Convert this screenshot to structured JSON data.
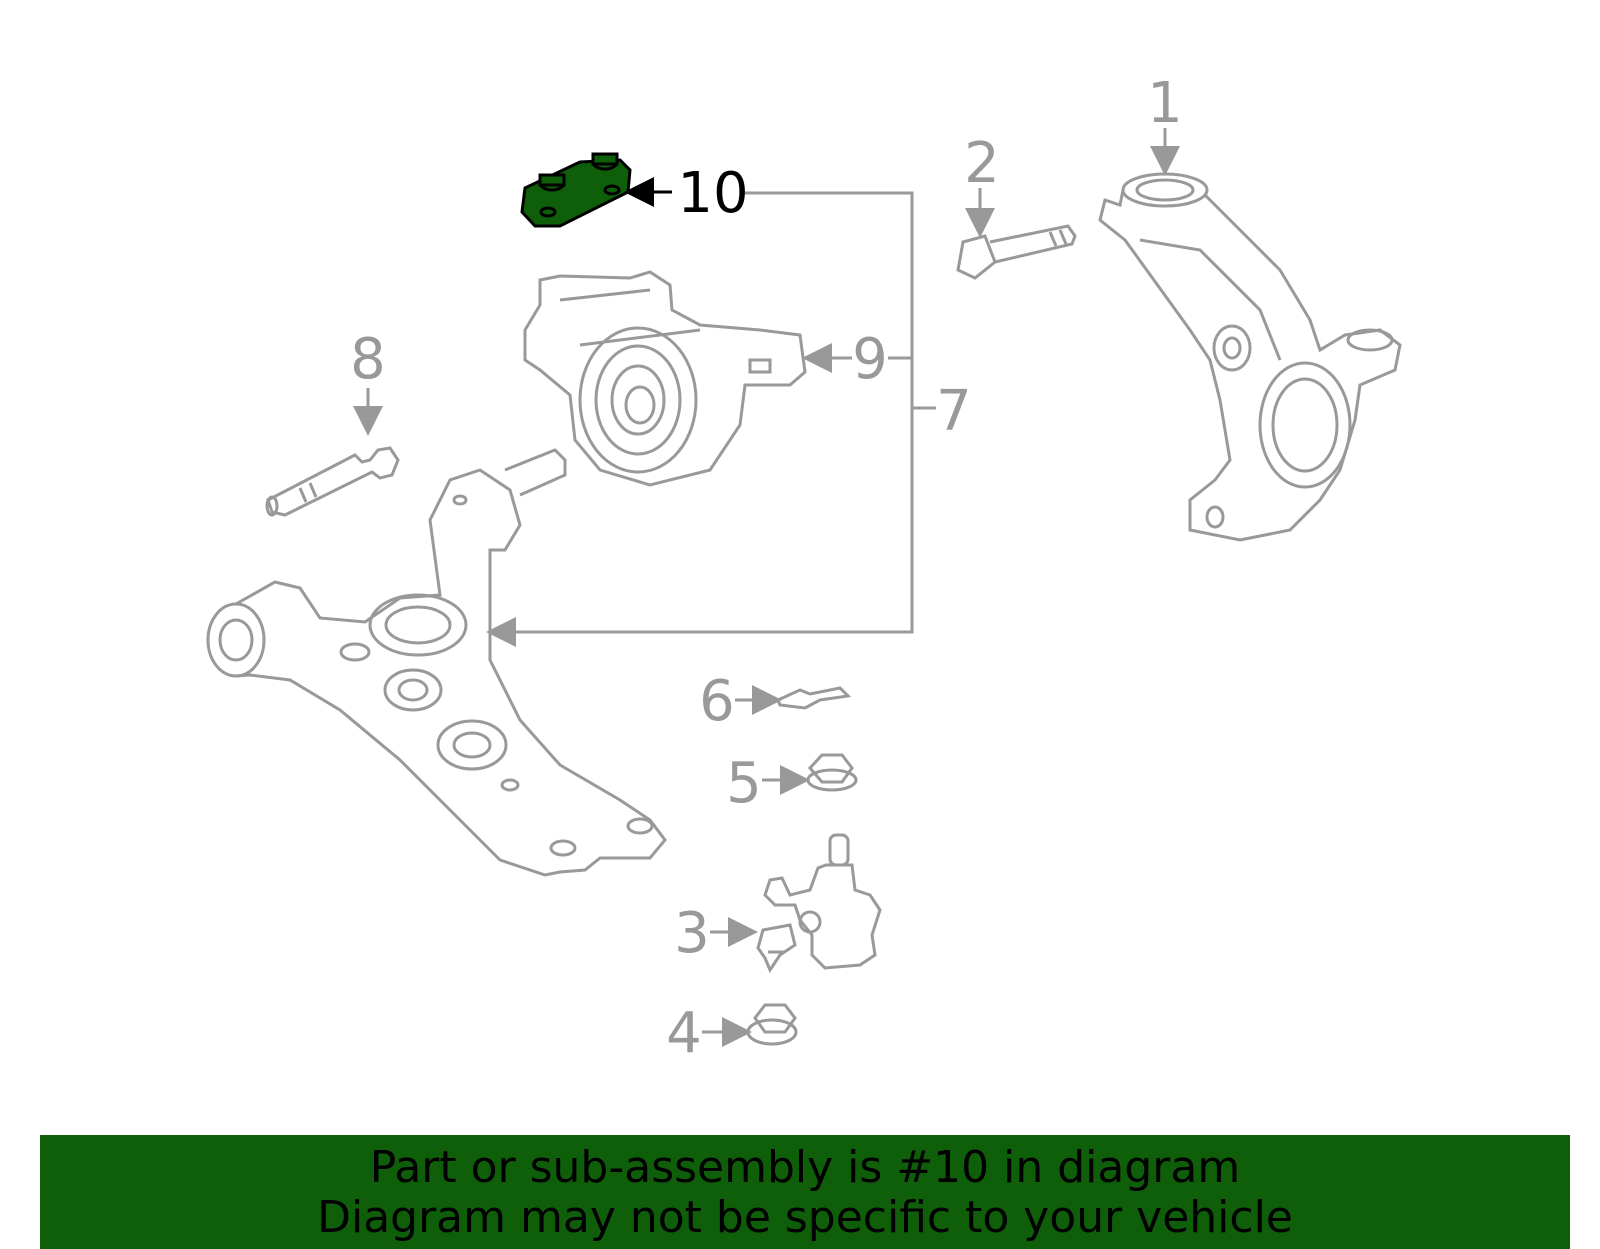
{
  "colors": {
    "line_gray": "#999999",
    "highlight_green": "#0f5f0a",
    "highlight_text": "#000000",
    "banner_bg": "#0f5f0a"
  },
  "callouts": {
    "c1": "1",
    "c2": "2",
    "c3": "3",
    "c4": "4",
    "c5": "5",
    "c6": "6",
    "c7": "7",
    "c8": "8",
    "c9": "9",
    "c10": "10"
  },
  "banner": {
    "line1": "Part or sub-assembly is #10 in diagram",
    "line2": "Diagram may not be specific to your vehicle"
  }
}
